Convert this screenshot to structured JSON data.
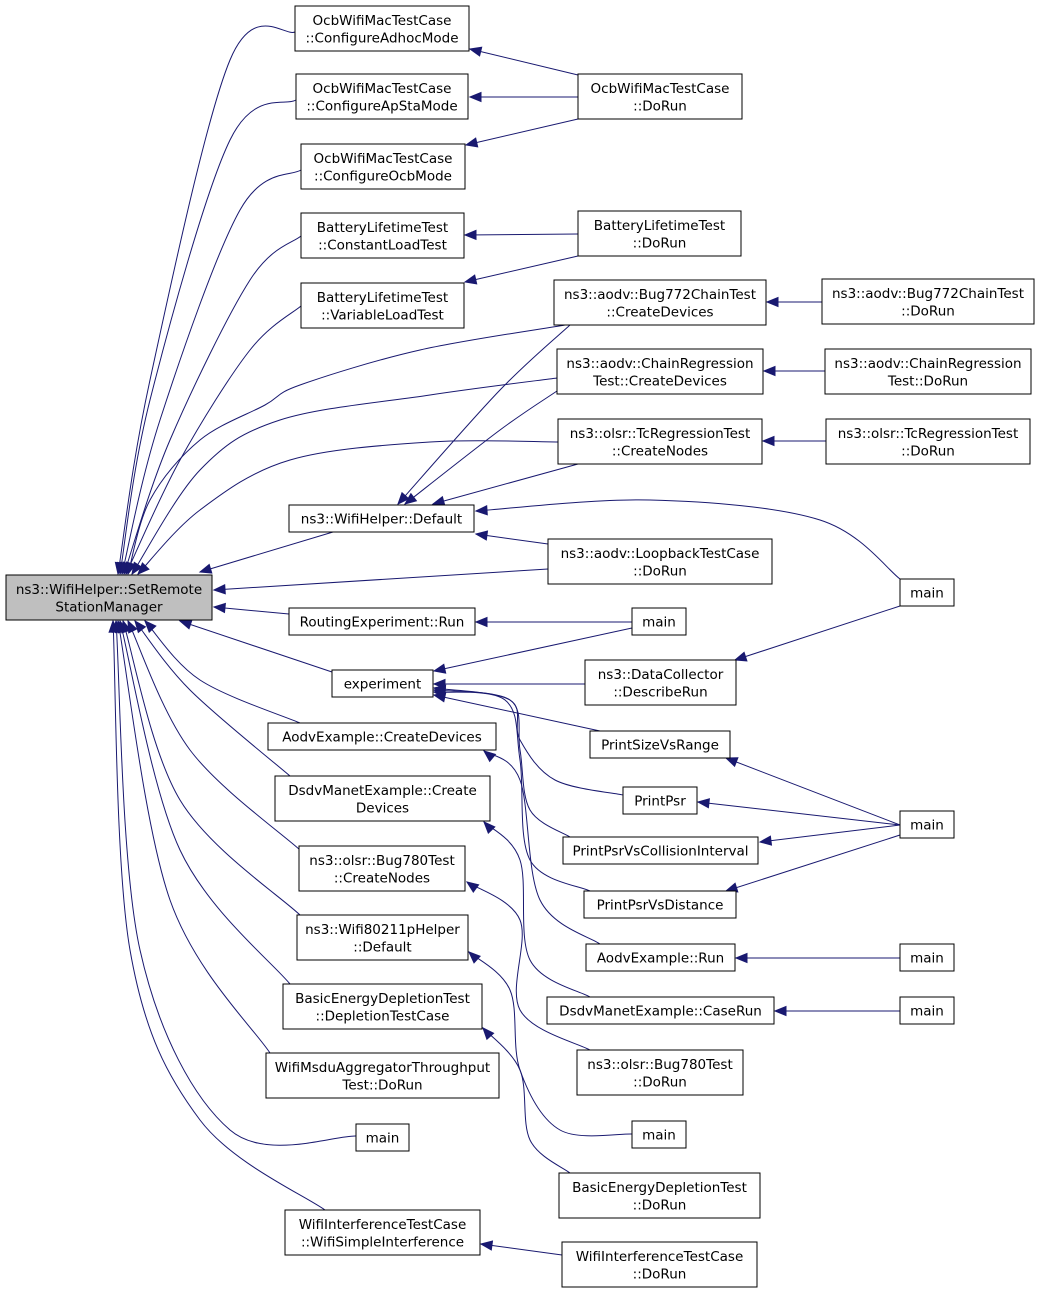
{
  "graph": {
    "nodes": [
      {
        "id": "root",
        "lines": [
          "ns3::WifiHelper::SetRemote",
          "StationManager"
        ],
        "root": true
      },
      {
        "id": "ocb_adhoc",
        "lines": [
          "OcbWifiMacTestCase",
          "::ConfigureAdhocMode"
        ]
      },
      {
        "id": "ocb_apsta",
        "lines": [
          "OcbWifiMacTestCase",
          "::ConfigureApStaMode"
        ]
      },
      {
        "id": "ocb_ocb",
        "lines": [
          "OcbWifiMacTestCase",
          "::ConfigureOcbMode"
        ]
      },
      {
        "id": "bat_const",
        "lines": [
          "BatteryLifetimeTest",
          "::ConstantLoadTest"
        ]
      },
      {
        "id": "bat_var",
        "lines": [
          "BatteryLifetimeTest",
          "::VariableLoadTest"
        ]
      },
      {
        "id": "wifi_default",
        "lines": [
          "ns3::WifiHelper::Default"
        ]
      },
      {
        "id": "routing_run",
        "lines": [
          "RoutingExperiment::Run"
        ]
      },
      {
        "id": "experiment",
        "lines": [
          "experiment"
        ]
      },
      {
        "id": "aodv_create",
        "lines": [
          "AodvExample::CreateDevices"
        ]
      },
      {
        "id": "dsdv_create",
        "lines": [
          "DsdvManetExample::Create",
          "Devices"
        ]
      },
      {
        "id": "olsr_bug780_create",
        "lines": [
          "ns3::olsr::Bug780Test",
          "::CreateNodes"
        ]
      },
      {
        "id": "w80211p_default",
        "lines": [
          "ns3::Wifi80211pHelper",
          "::Default"
        ]
      },
      {
        "id": "bed_depl",
        "lines": [
          "BasicEnergyDepletionTest",
          "::DepletionTestCase"
        ]
      },
      {
        "id": "msdu",
        "lines": [
          "WifiMsduAggregatorThroughput",
          "Test::DoRun"
        ]
      },
      {
        "id": "main_left",
        "lines": [
          "main"
        ]
      },
      {
        "id": "wit_simple",
        "lines": [
          "WifiInterferenceTestCase",
          "::WifiSimpleInterference"
        ]
      },
      {
        "id": "ocb_dorun",
        "lines": [
          "OcbWifiMacTestCase",
          "::DoRun"
        ]
      },
      {
        "id": "bat_dorun",
        "lines": [
          "BatteryLifetimeTest",
          "::DoRun"
        ]
      },
      {
        "id": "aodv_bug772_create",
        "lines": [
          "ns3::aodv::Bug772ChainTest",
          "::CreateDevices"
        ]
      },
      {
        "id": "aodv_chain_create",
        "lines": [
          "ns3::aodv::ChainRegression",
          "Test::CreateDevices"
        ]
      },
      {
        "id": "olsr_tc_create",
        "lines": [
          "ns3::olsr::TcRegressionTest",
          "::CreateNodes"
        ]
      },
      {
        "id": "aodv_loopback",
        "lines": [
          "ns3::aodv::LoopbackTestCase",
          "::DoRun"
        ]
      },
      {
        "id": "main_mid",
        "lines": [
          "main"
        ]
      },
      {
        "id": "dc_describe",
        "lines": [
          "ns3::DataCollector",
          "::DescribeRun"
        ]
      },
      {
        "id": "print_size",
        "lines": [
          "PrintSizeVsRange"
        ]
      },
      {
        "id": "print_psr",
        "lines": [
          "PrintPsr"
        ]
      },
      {
        "id": "print_psr_ci",
        "lines": [
          "PrintPsrVsCollisionInterval"
        ]
      },
      {
        "id": "print_psr_dist",
        "lines": [
          "PrintPsrVsDistance"
        ]
      },
      {
        "id": "aodv_run",
        "lines": [
          "AodvExample::Run"
        ]
      },
      {
        "id": "dsdv_caserun",
        "lines": [
          "DsdvManetExample::CaseRun"
        ]
      },
      {
        "id": "olsr_bug780_dorun",
        "lines": [
          "ns3::olsr::Bug780Test",
          "::DoRun"
        ]
      },
      {
        "id": "main_mid2",
        "lines": [
          "main"
        ]
      },
      {
        "id": "bed_dorun",
        "lines": [
          "BasicEnergyDepletionTest",
          "::DoRun"
        ]
      },
      {
        "id": "wit_dorun",
        "lines": [
          "WifiInterferenceTestCase",
          "::DoRun"
        ]
      },
      {
        "id": "aodv_bug772_dorun",
        "lines": [
          "ns3::aodv::Bug772ChainTest",
          "::DoRun"
        ]
      },
      {
        "id": "aodv_chain_dorun",
        "lines": [
          "ns3::aodv::ChainRegression",
          "Test::DoRun"
        ]
      },
      {
        "id": "olsr_tc_dorun",
        "lines": [
          "ns3::olsr::TcRegressionTest",
          "::DoRun"
        ]
      },
      {
        "id": "main_r1",
        "lines": [
          "main"
        ]
      },
      {
        "id": "main_r2",
        "lines": [
          "main"
        ]
      },
      {
        "id": "main_r3",
        "lines": [
          "main"
        ]
      },
      {
        "id": "main_r4",
        "lines": [
          "main"
        ]
      }
    ],
    "edges": [
      {
        "from": "ocb_adhoc",
        "to": "root"
      },
      {
        "from": "ocb_apsta",
        "to": "root"
      },
      {
        "from": "ocb_ocb",
        "to": "root"
      },
      {
        "from": "bat_const",
        "to": "root"
      },
      {
        "from": "bat_var",
        "to": "root"
      },
      {
        "from": "aodv_bug772_create",
        "to": "root"
      },
      {
        "from": "aodv_chain_create",
        "to": "root"
      },
      {
        "from": "olsr_tc_create",
        "to": "root"
      },
      {
        "from": "wifi_default",
        "to": "root"
      },
      {
        "from": "aodv_loopback",
        "to": "root"
      },
      {
        "from": "routing_run",
        "to": "root"
      },
      {
        "from": "experiment",
        "to": "root"
      },
      {
        "from": "aodv_create",
        "to": "root"
      },
      {
        "from": "dsdv_create",
        "to": "root"
      },
      {
        "from": "olsr_bug780_create",
        "to": "root"
      },
      {
        "from": "w80211p_default",
        "to": "root"
      },
      {
        "from": "bed_depl",
        "to": "root"
      },
      {
        "from": "msdu",
        "to": "root"
      },
      {
        "from": "main_left",
        "to": "root"
      },
      {
        "from": "wit_simple",
        "to": "root"
      },
      {
        "from": "ocb_dorun",
        "to": "ocb_adhoc"
      },
      {
        "from": "ocb_dorun",
        "to": "ocb_apsta"
      },
      {
        "from": "ocb_dorun",
        "to": "ocb_ocb"
      },
      {
        "from": "bat_dorun",
        "to": "bat_const"
      },
      {
        "from": "bat_dorun",
        "to": "bat_var"
      },
      {
        "from": "aodv_bug772_dorun",
        "to": "aodv_bug772_create"
      },
      {
        "from": "aodv_chain_dorun",
        "to": "aodv_chain_create"
      },
      {
        "from": "olsr_tc_dorun",
        "to": "olsr_tc_create"
      },
      {
        "from": "aodv_bug772_create",
        "to": "wifi_default"
      },
      {
        "from": "aodv_chain_create",
        "to": "wifi_default"
      },
      {
        "from": "olsr_tc_create",
        "to": "wifi_default"
      },
      {
        "from": "aodv_loopback",
        "to": "wifi_default"
      },
      {
        "from": "main_r1",
        "to": "wifi_default"
      },
      {
        "from": "main_mid",
        "to": "routing_run"
      },
      {
        "from": "main_mid",
        "to": "experiment"
      },
      {
        "from": "dc_describe",
        "to": "experiment"
      },
      {
        "from": "print_size",
        "to": "experiment"
      },
      {
        "from": "print_psr",
        "to": "experiment"
      },
      {
        "from": "print_psr_ci",
        "to": "experiment"
      },
      {
        "from": "print_psr_dist",
        "to": "experiment"
      },
      {
        "from": "main_r1",
        "to": "dc_describe"
      },
      {
        "from": "main_r2",
        "to": "print_size"
      },
      {
        "from": "main_r2",
        "to": "print_psr"
      },
      {
        "from": "main_r2",
        "to": "print_psr_ci"
      },
      {
        "from": "main_r2",
        "to": "print_psr_dist"
      },
      {
        "from": "aodv_run",
        "to": "aodv_create"
      },
      {
        "from": "main_r3",
        "to": "aodv_run"
      },
      {
        "from": "dsdv_caserun",
        "to": "dsdv_create"
      },
      {
        "from": "main_r4",
        "to": "dsdv_caserun"
      },
      {
        "from": "olsr_bug780_dorun",
        "to": "olsr_bug780_create"
      },
      {
        "from": "main_mid2",
        "to": "w80211p_default"
      },
      {
        "from": "bed_dorun",
        "to": "bed_depl"
      },
      {
        "from": "wit_dorun",
        "to": "wit_simple"
      }
    ]
  }
}
